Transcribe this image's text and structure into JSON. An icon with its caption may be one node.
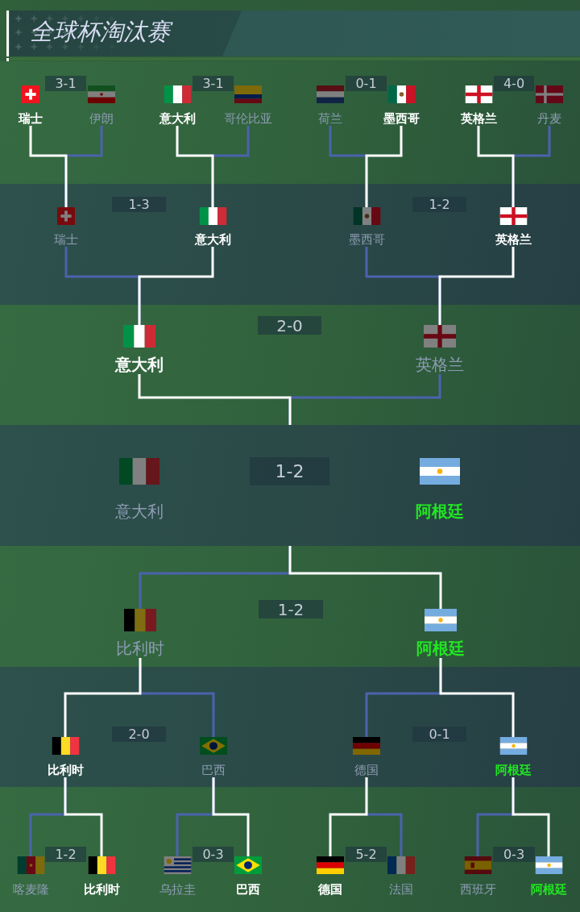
{
  "diagram": {
    "title": "全球杯淘汰赛",
    "nodes": [
      {
        "text": [],
        "shape": "band"
      },
      {
        "text": [
          "瑞士"
        ],
        "in": 0
      },
      {
        "text": [
          "3-1"
        ],
        "in": 0
      },
      {
        "text": [
          "伊朗"
        ],
        "in": 0
      },
      {
        "text": [
          "意大利"
        ],
        "in": 0
      },
      {
        "text": [
          "3-1"
        ],
        "in": 0
      },
      {
        "text": [
          "哥伦比亚"
        ],
        "in": 0
      },
      {
        "text": [
          "荷兰"
        ],
        "in": 0
      },
      {
        "text": [
          "0-1"
        ],
        "in": 0
      },
      {
        "text": [
          "墨西哥"
        ],
        "in": 0
      },
      {
        "text": [
          "英格兰"
        ],
        "in": 0
      },
      {
        "text": [
          "4-0"
        ],
        "in": 0
      },
      {
        "text": [
          "丹麦"
        ],
        "in": 0
      },
      {
        "text": [],
        "shape": "band"
      },
      {
        "text": [
          "瑞士"
        ],
        "in": 13
      },
      {
        "text": [
          "1-3"
        ],
        "in": 13
      },
      {
        "text": [
          "意大利"
        ],
        "in": 13
      },
      {
        "text": [
          "墨西哥"
        ],
        "in": 13
      },
      {
        "text": [
          "1-2"
        ],
        "in": 13
      },
      {
        "text": [
          "英格兰"
        ],
        "in": 13
      },
      {
        "text": [],
        "shape": "band"
      },
      {
        "text": [
          "意大利"
        ],
        "in": 20
      },
      {
        "text": [
          "2-0"
        ],
        "in": 20
      },
      {
        "text": [
          "英格兰"
        ],
        "in": 20
      },
      {
        "text": [],
        "shape": "band"
      },
      {
        "text": [
          "意大利"
        ],
        "in": 24
      },
      {
        "text": [
          "1-2"
        ],
        "in": 24
      },
      {
        "text": [
          "阿根廷"
        ],
        "in": 24
      },
      {
        "text": [],
        "shape": "band"
      },
      {
        "text": [
          "比利时"
        ],
        "in": 28
      },
      {
        "text": [
          "1-2"
        ],
        "in": 28
      },
      {
        "text": [
          "阿根廷"
        ],
        "in": 28
      },
      {
        "text": [],
        "shape": "band"
      },
      {
        "text": [
          "比利时"
        ],
        "in": 32
      },
      {
        "text": [
          "2-0"
        ],
        "in": 32
      },
      {
        "text": [
          "巴西"
        ],
        "in": 32
      },
      {
        "text": [
          "德国"
        ],
        "in": 32
      },
      {
        "text": [
          "0-1"
        ],
        "in": 32
      },
      {
        "text": [
          "阿根廷"
        ],
        "in": 32
      },
      {
        "text": [],
        "shape": "band"
      },
      {
        "text": [
          "喀麦隆"
        ],
        "in": 39
      },
      {
        "text": [
          "1-2"
        ],
        "in": 39
      },
      {
        "text": [
          "比利时"
        ],
        "in": 39
      },
      {
        "text": [
          "乌拉圭"
        ],
        "in": 39
      },
      {
        "text": [
          "0-3"
        ],
        "in": 39
      },
      {
        "text": [
          "巴西"
        ],
        "in": 39
      },
      {
        "text": [
          "德国"
        ],
        "in": 39
      },
      {
        "text": [
          "5-2"
        ],
        "in": 39
      },
      {
        "text": [
          "法国"
        ],
        "in": 39
      },
      {
        "text": [
          "西班牙"
        ],
        "in": 39
      },
      {
        "text": [
          "0-3"
        ],
        "in": 39
      },
      {
        "text": [
          "阿根廷"
        ],
        "in": 39
      }
    ],
    "edges": [
      {
        "from": 1,
        "to": 14,
        "arrow": "none"
      },
      {
        "from": 3,
        "to": 14,
        "arrow": "none",
        "color": "#4b63ad"
      },
      {
        "from": 4,
        "to": 16,
        "arrow": "none"
      },
      {
        "from": 6,
        "to": 16,
        "arrow": "none",
        "color": "#4b63ad"
      },
      {
        "from": 7,
        "to": 17,
        "arrow": "none",
        "color": "#4b63ad"
      },
      {
        "from": 9,
        "to": 17,
        "arrow": "none"
      },
      {
        "from": 10,
        "to": 19,
        "arrow": "none"
      },
      {
        "from": 12,
        "to": 19,
        "arrow": "none",
        "color": "#4b63ad"
      },
      {
        "from": 14,
        "to": 21,
        "arrow": "none",
        "color": "#4b63ad"
      },
      {
        "from": 16,
        "to": 21,
        "arrow": "none"
      },
      {
        "from": 17,
        "to": 23,
        "arrow": "none",
        "color": "#4b63ad"
      },
      {
        "from": 19,
        "to": 23,
        "arrow": "none"
      },
      {
        "from": 21,
        "to": 24,
        "arrow": "none"
      },
      {
        "from": 23,
        "to": 24,
        "arrow": "none",
        "color": "#4b63ad"
      },
      {
        "from": 29,
        "to": 24,
        "arrow": "none",
        "color": "#4b63ad"
      },
      {
        "from": 31,
        "to": 24,
        "arrow": "none"
      },
      {
        "from": 33,
        "to": 29,
        "arrow": "none"
      },
      {
        "from": 35,
        "to": 29,
        "arrow": "none",
        "color": "#4b63ad"
      },
      {
        "from": 36,
        "to": 31,
        "arrow": "none",
        "color": "#4b63ad"
      },
      {
        "from": 38,
        "to": 31,
        "arrow": "none"
      },
      {
        "from": 40,
        "to": 33,
        "arrow": "none",
        "color": "#4b63ad"
      },
      {
        "from": 42,
        "to": 33,
        "arrow": "none"
      },
      {
        "from": 43,
        "to": 35,
        "arrow": "none",
        "color": "#4b63ad"
      },
      {
        "from": 45,
        "to": 35,
        "arrow": "none"
      },
      {
        "from": 46,
        "to": 36,
        "arrow": "none"
      },
      {
        "from": 48,
        "to": 36,
        "arrow": "none",
        "color": "#4b63ad"
      },
      {
        "from": 49,
        "to": 38,
        "arrow": "none",
        "color": "#4b63ad"
      },
      {
        "from": 51,
        "to": 38,
        "arrow": "none"
      }
    ]
  }
}
